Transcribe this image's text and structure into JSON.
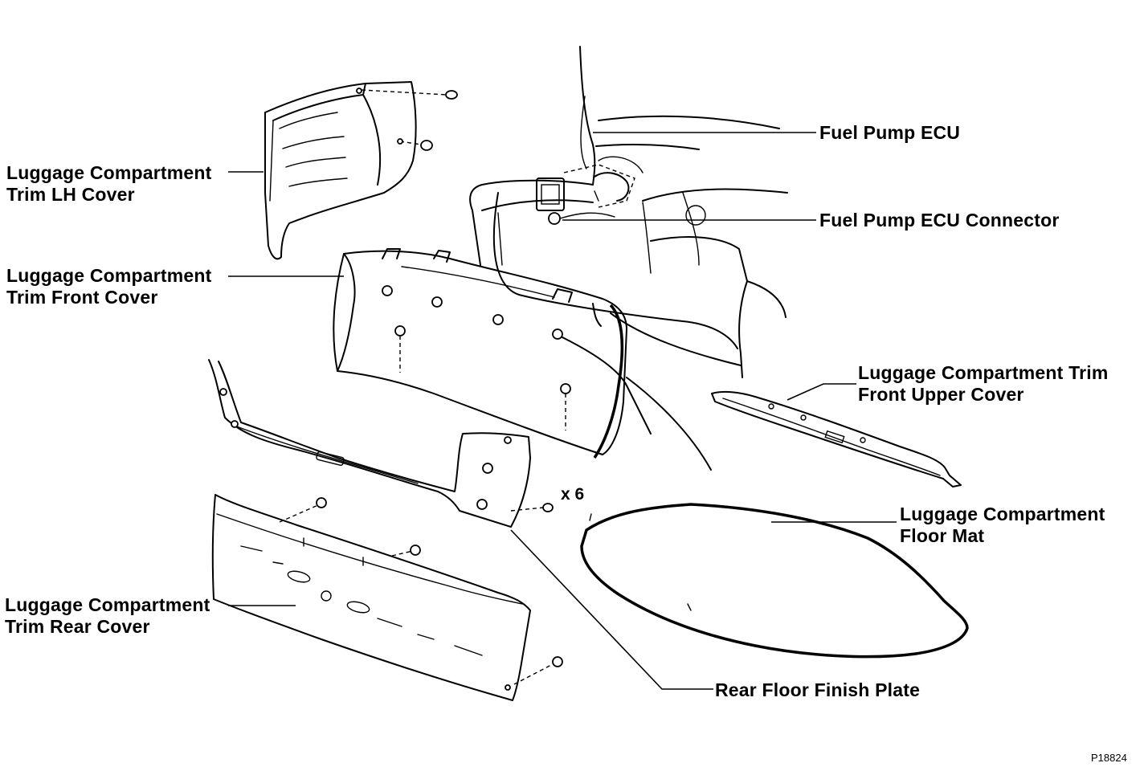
{
  "labels": {
    "lh_cover": [
      "Luggage Compartment",
      "Trim LH Cover"
    ],
    "front_cover": [
      "Luggage Compartment",
      "Trim Front Cover"
    ],
    "rear_cover": [
      "Luggage Compartment",
      "Trim Rear Cover"
    ],
    "fuel_pump_ecu": "Fuel Pump ECU",
    "fuel_pump_ecu_connector": "Fuel Pump ECU Connector",
    "front_upper_cover": [
      "Luggage Compartment Trim",
      "Front Upper Cover"
    ],
    "floor_mat": [
      "Luggage Compartment",
      "Floor Mat"
    ],
    "rear_floor_finish_plate": "Rear Floor Finish Plate"
  },
  "quantity_note": "x 6",
  "figure_id": "P18824"
}
